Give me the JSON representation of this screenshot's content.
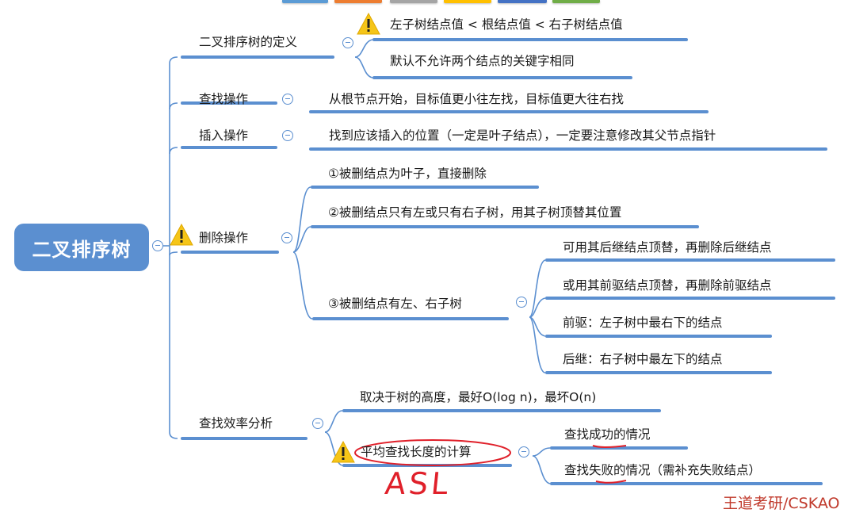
{
  "toolbar": {
    "color_swatches": [
      "#5b9bd5",
      "#ed7d31",
      "#a5a5a5",
      "#ffc000",
      "#4472c4",
      "#70ad47"
    ]
  },
  "mindmap": {
    "root": {
      "label": "二叉排序树",
      "color": "#5b8fd0"
    },
    "branches": [
      {
        "label": "二叉排序树的定义",
        "children": [
          {
            "label": "左子树结点值 < 根结点值 < 右子树结点值",
            "warning": true
          },
          {
            "label": "默认不允许两个结点的关键字相同"
          }
        ]
      },
      {
        "label": "查找操作",
        "children": [
          {
            "label": "从根节点开始，目标值更小往左找，目标值更大往右找"
          }
        ]
      },
      {
        "label": "插入操作",
        "children": [
          {
            "label": "找到应该插入的位置（一定是叶子结点），一定要注意修改其父节点指针"
          }
        ]
      },
      {
        "label": "删除操作",
        "warning": true,
        "children": [
          {
            "label": "①被删结点为叶子，直接删除"
          },
          {
            "label": "②被删结点只有左或只有右子树，用其子树顶替其位置"
          },
          {
            "label": "③被删结点有左、右子树",
            "children": [
              {
                "label": "可用其后继结点顶替，再删除后继结点"
              },
              {
                "label": "或用其前驱结点顶替，再删除前驱结点"
              },
              {
                "label": "前驱：左子树中最右下的结点"
              },
              {
                "label": "后继：右子树中最左下的结点"
              }
            ]
          }
        ]
      },
      {
        "label": "查找效率分析",
        "children": [
          {
            "label": "取决于树的高度，最好O(log n)，最坏O(n)"
          },
          {
            "label": "平均查找长度的计算",
            "warning": true,
            "children": [
              {
                "label": "查找成功的情况"
              },
              {
                "label": "查找失败的情况（需补充失败结点）"
              }
            ]
          }
        ]
      }
    ]
  },
  "annotations": {
    "handwritten": "ASL",
    "ink_color": "#e0202a"
  },
  "watermark": "王道考研/CSKAO",
  "colors": {
    "line": "#5b8fd0",
    "warning": "#f5c518"
  }
}
